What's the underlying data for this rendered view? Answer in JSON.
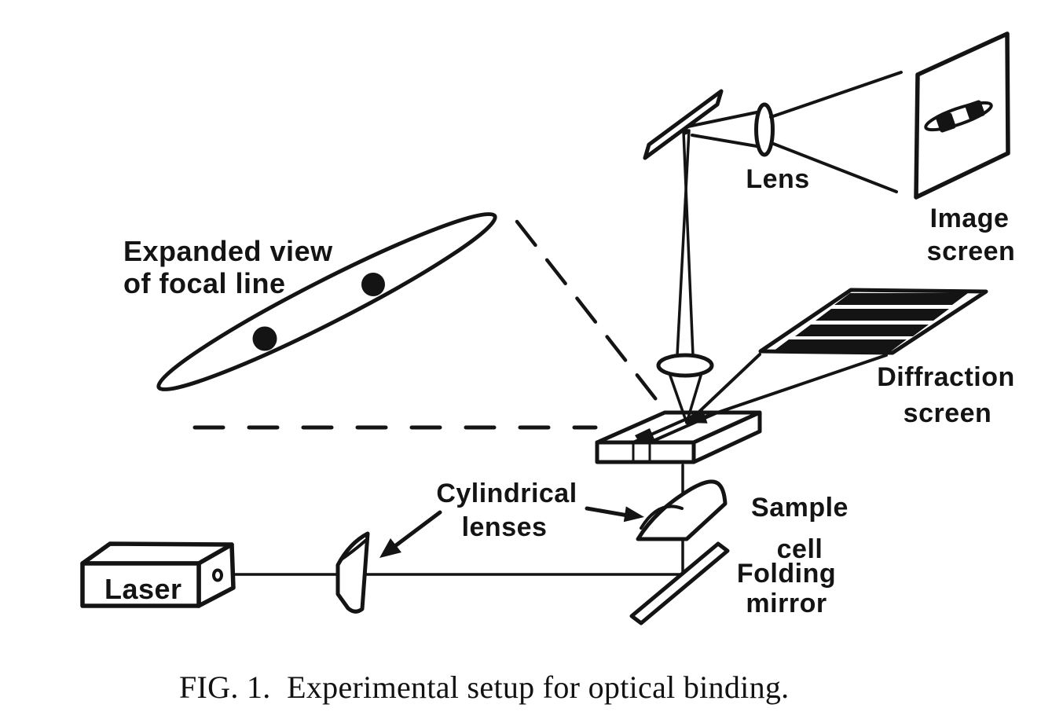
{
  "figure": {
    "caption": "FIG. 1.  Experimental setup for optical binding.",
    "labels": {
      "expanded_view": {
        "line1": "Expanded view",
        "line2": "of focal line"
      },
      "lens": "Lens",
      "image_screen": {
        "line1": "Image",
        "line2": "screen"
      },
      "diffraction_screen": {
        "line1": "Diffraction",
        "line2": "screen"
      },
      "sample_cell": {
        "line1": "Sample",
        "line2": "cell"
      },
      "cylindrical_lenses": {
        "line1": "Cylindrical",
        "line2": "lenses"
      },
      "laser": "Laser",
      "folding_mirror": {
        "line1": "Folding",
        "line2": "mirror"
      }
    },
    "colors": {
      "ink": "#141414",
      "background": "#ffffff"
    }
  }
}
